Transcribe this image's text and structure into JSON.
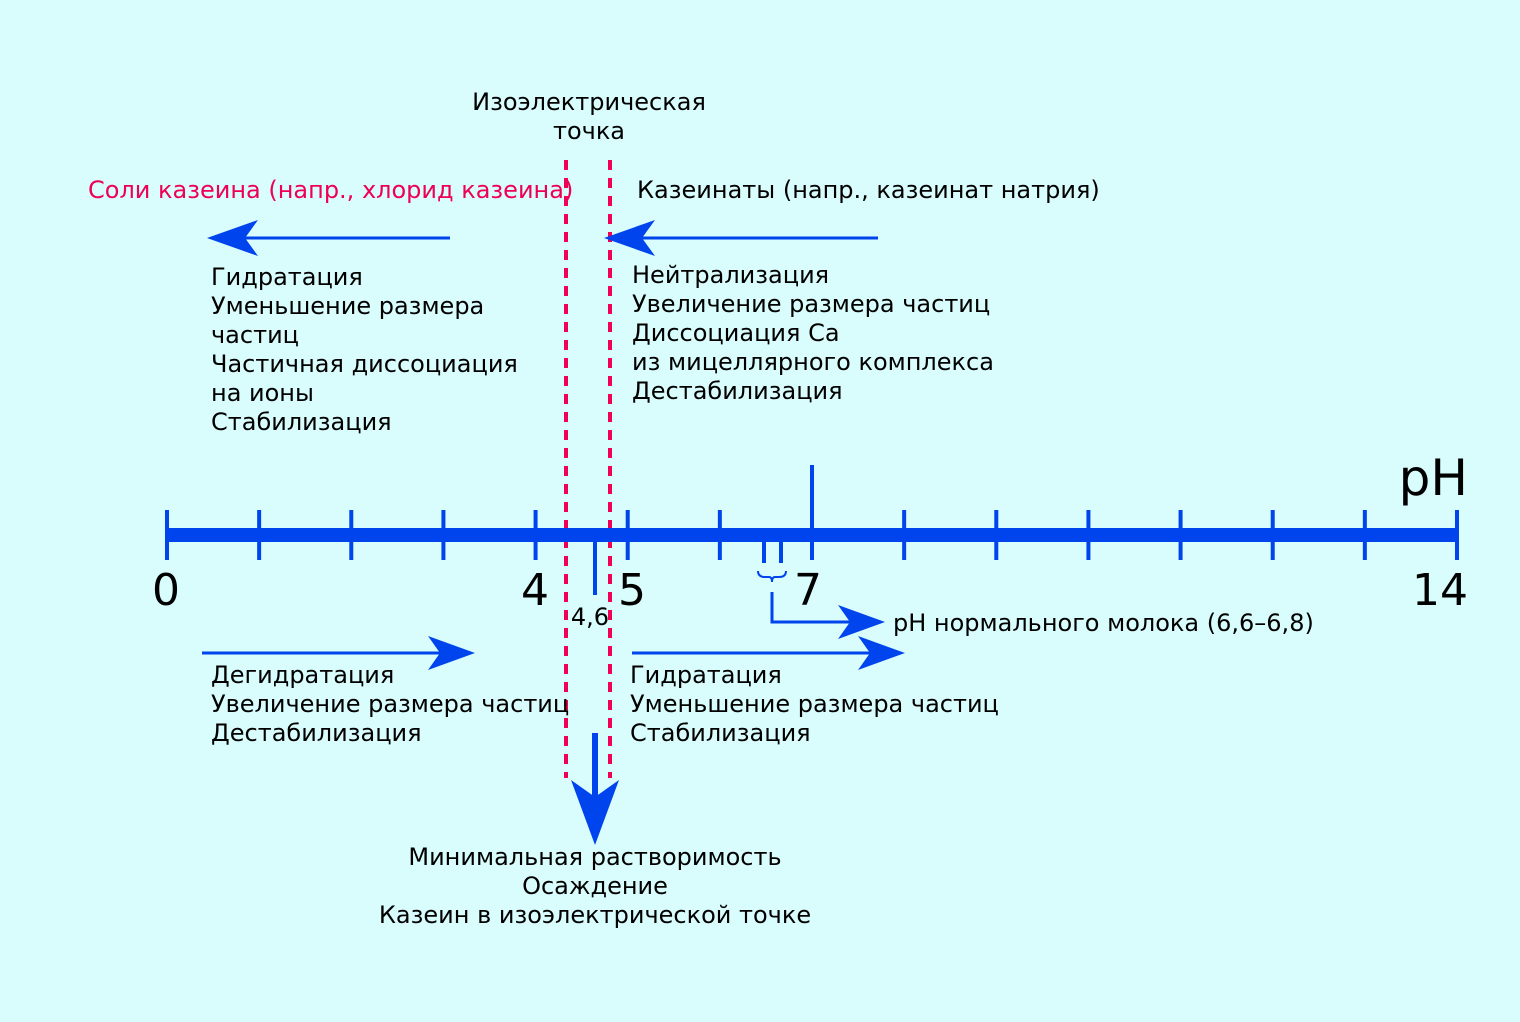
{
  "colors": {
    "background": "#d9fcfc",
    "axis": "#0044ee",
    "isoelectric": "#ee0055"
  },
  "isoelectric_title": [
    "Изоэлектрическая",
    "точка"
  ],
  "left_top_header": "Соли казеина (напр., хлорид казеина)",
  "right_top_header": "Казеинаты (напр., казеинат натрия)",
  "left_top_effects": [
    "Гидратация",
    "Уменьшение размера",
    "частиц",
    "Частичная диссоциация",
    "на ионы",
    "Стабилизация"
  ],
  "right_top_effects": [
    "Нейтрализация",
    "Увеличение размера частиц",
    "Диссоциация Ca",
    "из мицеллярного комплекса",
    "Дестабилизация"
  ],
  "left_bottom_effects": [
    "Дегидратация",
    "Увеличение размера частиц",
    "Дестабилизация"
  ],
  "right_bottom_effects": [
    "Гидратация",
    "Уменьшение размера частиц",
    "Стабилизация"
  ],
  "bottom_result": [
    "Минимальная растворимость",
    "Осаждение",
    "Казеин в изоэлектрической точке"
  ],
  "axis": {
    "label": "pH",
    "min": 0,
    "max": 14,
    "tick_labels": [
      "0",
      "4",
      "5",
      "7",
      "14"
    ],
    "isoelectric_label": "4,6",
    "isoelectric_value": 4.6,
    "milk_range": [
      6.6,
      6.8
    ]
  },
  "milk_label": "pH нормального молока (6,6–6,8)"
}
